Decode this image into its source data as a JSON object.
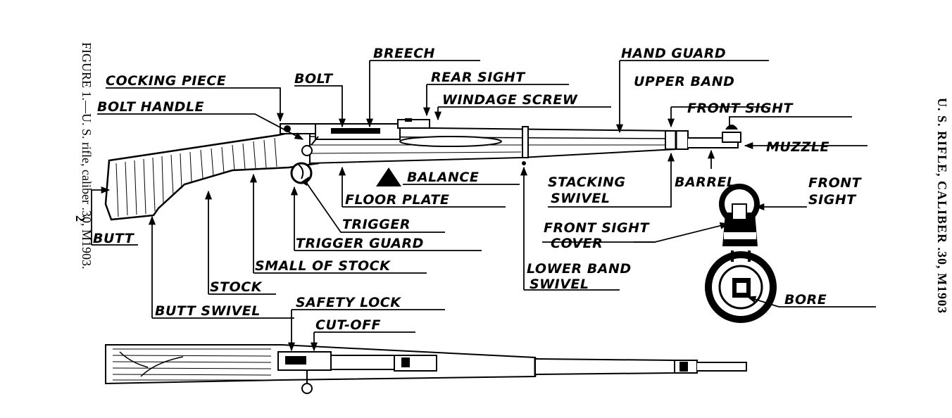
{
  "page": {
    "running_title": "U. S. RIFLE, CALIBER .30, M1903",
    "caption": "FIGURE 1.—U. S. rifle, caliber .30, M1903.",
    "page_number": "2"
  },
  "labels": {
    "cocking_piece": "COCKING PIECE",
    "bolt_handle": "BOLT HANDLE",
    "bolt": "BOLT",
    "breech": "BREECH",
    "rear_sight": "REAR SIGHT",
    "windage_screw": "WINDAGE SCREW",
    "hand_guard": "HAND GUARD",
    "upper_band": "UPPER BAND",
    "front_sight": "FRONT SIGHT",
    "muzzle": "MUZZLE",
    "balance": "BALANCE",
    "floor_plate": "FLOOR PLATE",
    "stacking_swivel_1": "STACKING",
    "stacking_swivel_2": "SWIVEL",
    "barrel": "BARREL",
    "front_sight_detail_1": "FRONT",
    "front_sight_detail_2": "SIGHT",
    "front_sight_cover_1": "FRONT SIGHT",
    "front_sight_cover_2": "COVER",
    "trigger": "TRIGGER",
    "trigger_guard": "TRIGGER GUARD",
    "butt": "BUTT",
    "small_of_stock": "SMALL OF STOCK",
    "stock": "STOCK",
    "butt_swivel": "BUTT SWIVEL",
    "lower_band_swivel_1": "LOWER BAND",
    "lower_band_swivel_2": "SWIVEL",
    "bore": "BORE",
    "safety_lock": "SAFETY LOCK",
    "cut_off": "CUT-OFF"
  }
}
